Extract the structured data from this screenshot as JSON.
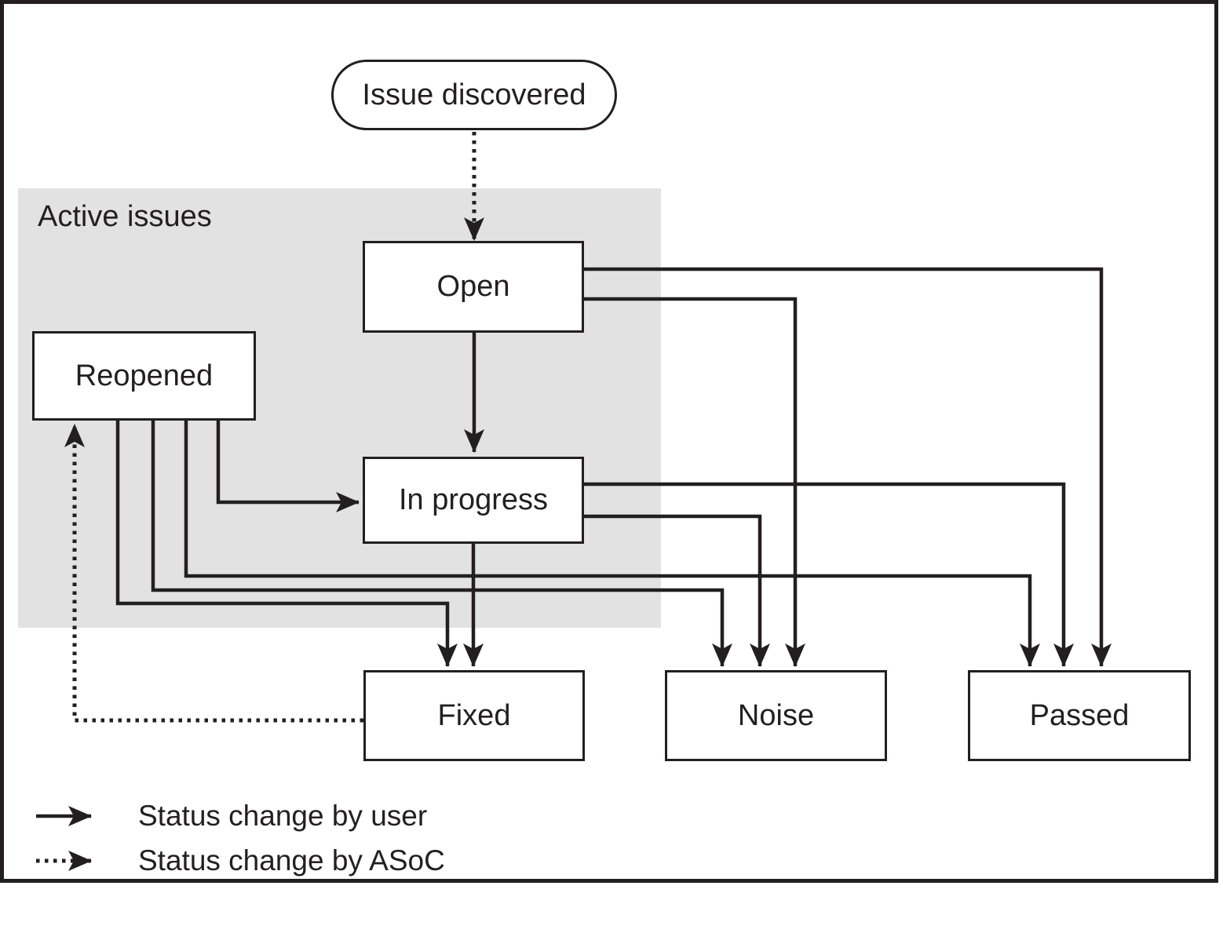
{
  "colors": {
    "stroke": "#231f20",
    "text": "#231f20",
    "region_fill": "#e2e2e2",
    "background": "#ffffff"
  },
  "start_node": {
    "label": "Issue discovered"
  },
  "region": {
    "label": "Active issues"
  },
  "nodes": {
    "open": "Open",
    "reopened": "Reopened",
    "in_progress": "In progress",
    "fixed": "Fixed",
    "noise": "Noise",
    "passed": "Passed"
  },
  "edges": [
    {
      "from": "issue-discovered",
      "to": "open",
      "style": "dotted"
    },
    {
      "from": "open",
      "to": "in-progress",
      "style": "solid"
    },
    {
      "from": "open",
      "to": "noise",
      "style": "solid"
    },
    {
      "from": "open",
      "to": "passed",
      "style": "solid"
    },
    {
      "from": "in-progress",
      "to": "fixed",
      "style": "solid"
    },
    {
      "from": "in-progress",
      "to": "noise",
      "style": "solid"
    },
    {
      "from": "in-progress",
      "to": "passed",
      "style": "solid"
    },
    {
      "from": "reopened",
      "to": "in-progress",
      "style": "solid"
    },
    {
      "from": "reopened",
      "to": "fixed",
      "style": "solid"
    },
    {
      "from": "reopened",
      "to": "noise",
      "style": "solid"
    },
    {
      "from": "reopened",
      "to": "passed",
      "style": "solid"
    },
    {
      "from": "fixed",
      "to": "reopened",
      "style": "dotted"
    }
  ],
  "legend": [
    {
      "style": "solid",
      "label": "Status change by user"
    },
    {
      "style": "dotted",
      "label": "Status change by ASoC"
    }
  ]
}
